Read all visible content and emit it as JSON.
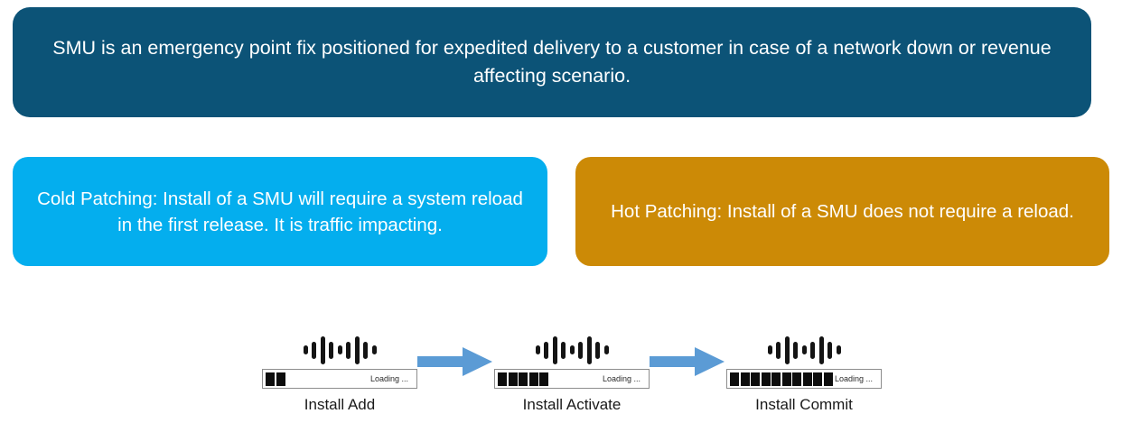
{
  "header": {
    "text": "SMU is an emergency point fix positioned for expedited delivery to a customer in case of a network down or revenue affecting scenario.",
    "color": "#0c5377"
  },
  "comparison": {
    "cold_patching": {
      "text": "Cold Patching: Install of a SMU will require a system reload in the first release. It is traffic impacting.",
      "color": "#04aeee"
    },
    "hot_patching": {
      "text": "Hot Patching: Install of a SMU does not require a reload.",
      "color": "#cc8a06"
    }
  },
  "workflow": {
    "arrow_color": "#5b9bd5",
    "steps": [
      {
        "label": "Install Add",
        "progress_text": "Loading ...",
        "filled_blocks": 2,
        "total_blocks": 11
      },
      {
        "label": "Install Activate",
        "progress_text": "Loading ...",
        "filled_blocks": 5,
        "total_blocks": 11
      },
      {
        "label": "Install Commit",
        "progress_text": "Loading ...",
        "filled_blocks": 10,
        "total_blocks": 11
      }
    ],
    "logo_bar_heights": [
      1,
      2,
      3,
      2,
      1,
      2,
      3,
      2,
      1
    ]
  }
}
